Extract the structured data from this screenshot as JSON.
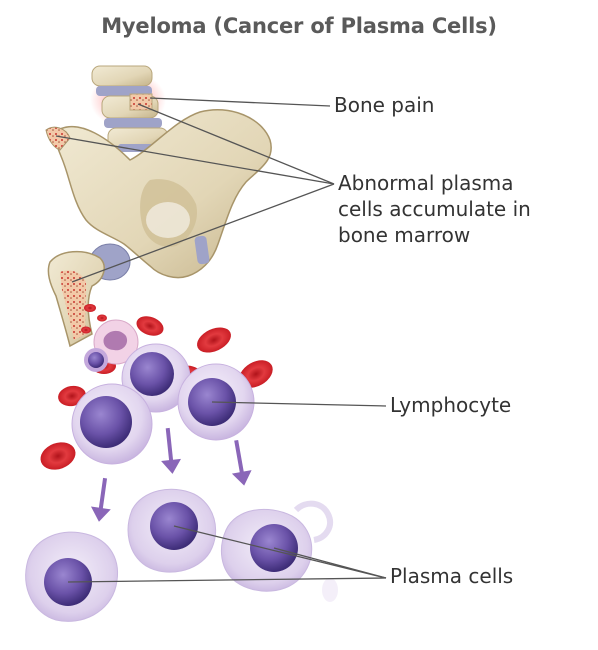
{
  "title": "Myeloma (Cancer of Plasma Cells)",
  "labels": {
    "bone_pain": "Bone pain",
    "abnormal_line1": "Abnormal plasma",
    "abnormal_line2": "cells accumulate in",
    "abnormal_line3": "bone marrow",
    "lymphocyte": "Lymphocyte",
    "plasma_cells": "Plasma cells"
  },
  "colors": {
    "bone": "#e6dcc0",
    "bone_shadow": "#bfae85",
    "cartilage": "#9fa3c8",
    "red_cell": "#d61f26",
    "lymphocyte_nucleus": "#6a52a8",
    "plasma_cell_body": "#e4daf0",
    "arrow": "#8a66b8",
    "leader_line": "#555555",
    "title_text": "#5a5a5a"
  }
}
